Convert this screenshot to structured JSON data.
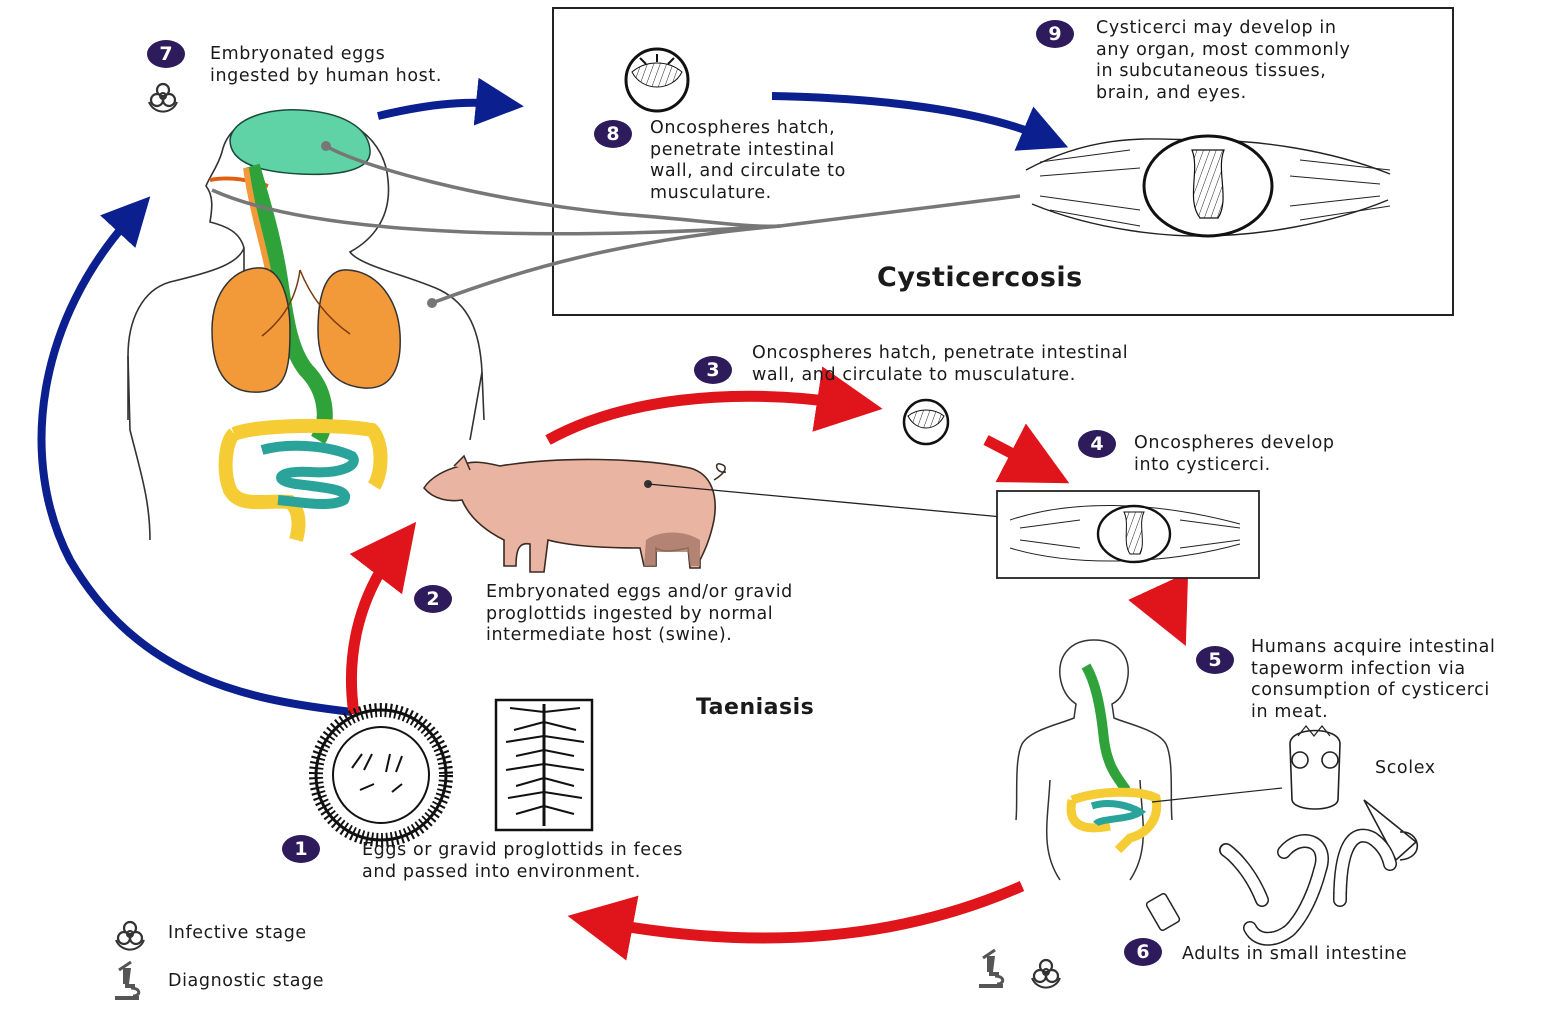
{
  "titles": {
    "cysticercosis": "Cysticercosis",
    "taeniasis": "Taeniasis"
  },
  "steps": [
    {
      "number": "1",
      "text": "Eggs or gravid proglottids in feces\nand passed into environment."
    },
    {
      "number": "2",
      "text": "Embryonated eggs and/or gravid\nproglottids ingested by normal\nintermediate host (swine)."
    },
    {
      "number": "3",
      "text": "Oncospheres hatch, penetrate intestinal\nwall, and circulate to musculature."
    },
    {
      "number": "4",
      "text": "Oncospheres develop\ninto cysticerci."
    },
    {
      "number": "5",
      "text": "Humans acquire intestinal\ntapeworm infection via\nconsumption of cysticerci\nin meat."
    },
    {
      "number": "6",
      "text": "Adults in small intestine"
    },
    {
      "number": "7",
      "text": "Embryonated eggs\ningested by human host."
    },
    {
      "number": "8",
      "text": "Oncospheres hatch,\npenetrate intestinal\nwall, and circulate to\nmusculature."
    },
    {
      "number": "9",
      "text": "Cysticerci may develop in\nany organ, most commonly\nin subcutaneous tissues,\nbrain, and eyes."
    }
  ],
  "labels": {
    "scolex": "Scolex"
  },
  "legend": {
    "infective": "Infective stage",
    "diagnostic": "Diagnostic stage"
  },
  "colors": {
    "badge": "#2e1b5c",
    "red_arrow": "#e0141b",
    "blue_arrow": "#0b1f8f",
    "lungs": "#f2993a",
    "brain": "#5fd3a6",
    "gut": "#2fa33a",
    "colon": "#f5cc34",
    "small_intestine": "#2aa39a",
    "pig": "#e9b4a2"
  },
  "icons": [
    "biohazard-icon",
    "microscope-icon"
  ]
}
